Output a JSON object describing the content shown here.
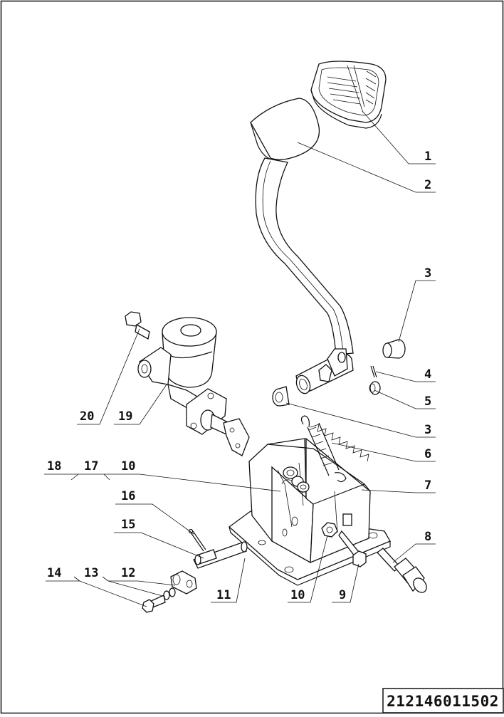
{
  "drawing": {
    "number": "212146011502",
    "parts": [
      {
        "no": "1"
      },
      {
        "no": "2"
      },
      {
        "no": "3"
      },
      {
        "no": "4"
      },
      {
        "no": "5"
      },
      {
        "no": "3"
      },
      {
        "no": "6"
      },
      {
        "no": "7"
      },
      {
        "no": "8"
      },
      {
        "no": "9"
      },
      {
        "no": "10"
      },
      {
        "no": "11"
      },
      {
        "no": "12"
      },
      {
        "no": "13"
      },
      {
        "no": "14"
      },
      {
        "no": "15"
      },
      {
        "no": "16"
      },
      {
        "no": "17"
      },
      {
        "no": "18"
      },
      {
        "no": "10"
      },
      {
        "no": "19"
      },
      {
        "no": "20"
      }
    ]
  }
}
